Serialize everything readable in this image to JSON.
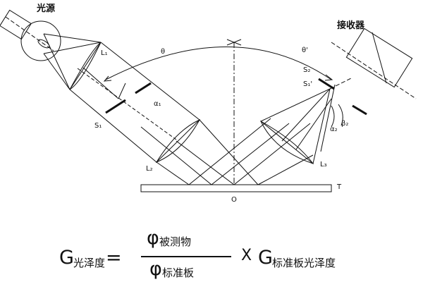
{
  "labels": {
    "light_source": "光源",
    "receiver": "接收器",
    "L1": "L₁",
    "L2": "L₂",
    "L3": "L₃",
    "S1": "S₁",
    "S2": "S₂",
    "S1p": "S₁'",
    "theta": "θ",
    "theta_p": "θ'",
    "alpha1": "α₁",
    "alpha2": "α₂",
    "beta2": "β₂",
    "O": "O",
    "T": "T"
  },
  "formula": {
    "lhs_symbol": "G",
    "lhs_sub": "光泽度",
    "equals": "=",
    "num_symbol": "φ",
    "num_sub": "被测物",
    "den_symbol": "φ",
    "den_sub": "标准板",
    "times": "X",
    "rhs_symbol": "G",
    "rhs_sub": "标准板光泽度"
  }
}
